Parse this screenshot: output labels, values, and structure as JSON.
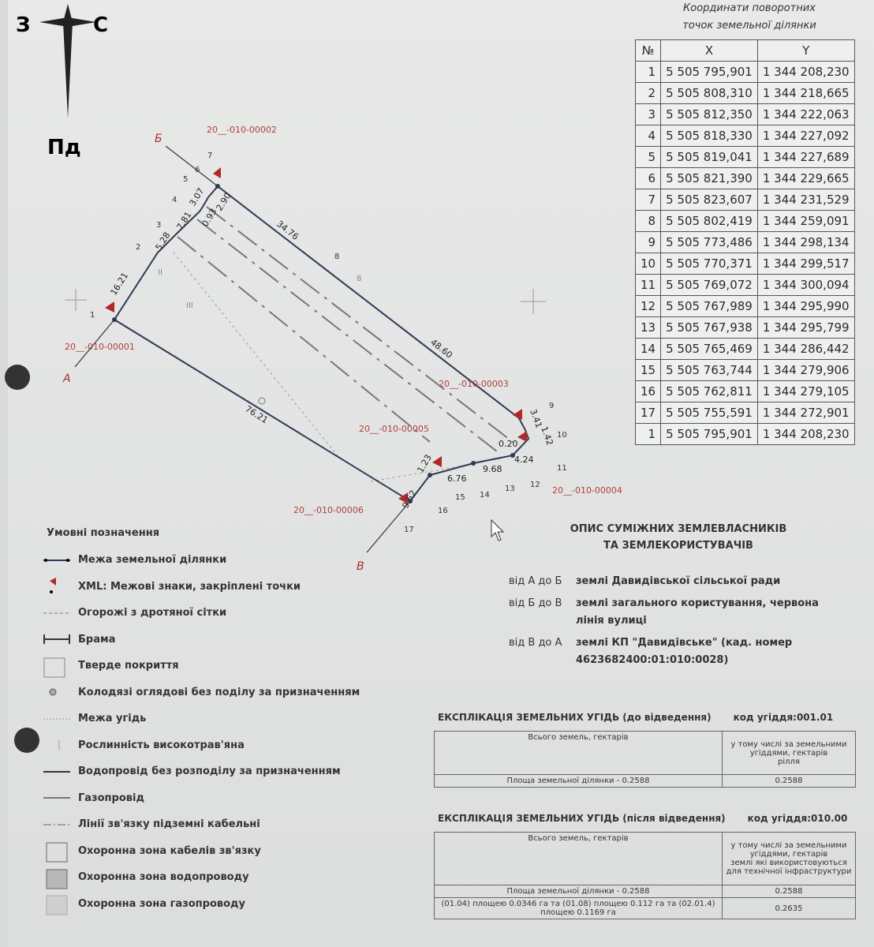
{
  "compass": {
    "west": "З",
    "east": "С",
    "south": "Пд"
  },
  "coordinates": {
    "title_line1": "Координати поворотних",
    "title_line2": "точок земельної ділянки",
    "headers": [
      "№",
      "X",
      "Y"
    ],
    "rows": [
      [
        "1",
        "5 505 795,901",
        "1 344 208,230"
      ],
      [
        "2",
        "5 505 808,310",
        "1 344 218,665"
      ],
      [
        "3",
        "5 505 812,350",
        "1 344 222,063"
      ],
      [
        "4",
        "5 505 818,330",
        "1 344 227,092"
      ],
      [
        "5",
        "5 505 819,041",
        "1 344 227,689"
      ],
      [
        "6",
        "5 505 821,390",
        "1 344 229,665"
      ],
      [
        "7",
        "5 505 823,607",
        "1 344 231,529"
      ],
      [
        "8",
        "5 505 802,419",
        "1 344 259,091"
      ],
      [
        "9",
        "5 505 773,486",
        "1 344 298,134"
      ],
      [
        "10",
        "5 505 770,371",
        "1 344 299,517"
      ],
      [
        "11",
        "5 505 769,072",
        "1 344 300,094"
      ],
      [
        "12",
        "5 505 767,989",
        "1 344 295,990"
      ],
      [
        "13",
        "5 505 767,938",
        "1 344 295,799"
      ],
      [
        "14",
        "5 505 765,469",
        "1 344 286,442"
      ],
      [
        "15",
        "5 505 763,744",
        "1 344 279,906"
      ],
      [
        "16",
        "5 505 762,811",
        "1 344 279,105"
      ],
      [
        "17",
        "5 505 755,591",
        "1 344 272,901"
      ],
      [
        "1",
        "5 505 795,901",
        "1 344 208,230"
      ]
    ]
  },
  "plan": {
    "corners": [
      "А",
      "Б",
      "В"
    ],
    "neighbors": [
      "20__-010-00001",
      "20__-010-00002",
      "20__-010-00003",
      "20__-010-00004",
      "20__-010-00005",
      "20__-010-00006"
    ],
    "lengths": [
      "16.21",
      "5.28",
      "7.81",
      "3.07",
      "0.93",
      "2.90",
      "34.76",
      "48.60",
      "3.41",
      "1.42",
      "4.24",
      "0.20",
      "9.68",
      "6.76",
      "1.23",
      "9.52",
      "76.21"
    ],
    "point_numbers": [
      "1",
      "2",
      "3",
      "4",
      "5",
      "6",
      "7",
      "8",
      "9",
      "10",
      "11",
      "12",
      "13",
      "14",
      "15",
      "16",
      "17"
    ],
    "zones": [
      "III",
      "II",
      "8"
    ]
  },
  "legend": {
    "title": "Умовні позначення",
    "items": [
      "Межа земельної ділянки",
      "XML: Межові знаки, закріплені точки",
      "Огорожі з дротяної сітки",
      "Брама",
      "Тверде покриття",
      "Колодязі оглядові без поділу за призначенням",
      "Межа угідь",
      "Рослинність високотрав'яна",
      "Водопровід без розподілу за призначенням",
      "Газопровід",
      "Лінії зв'язку підземні кабельні",
      "Охоронна зона кабелів зв'язку",
      "Охоронна зона водопроводу",
      "Охоронна зона газопроводу"
    ]
  },
  "neighbors_desc": {
    "title1": "ОПИС СУМІЖНИХ ЗЕМЛЕВЛАСНИКІВ",
    "title2": "ТА ЗЕМЛЕКОРИСТУВАЧІВ",
    "rows": [
      {
        "from": "від А до Б",
        "text": "землі Давидівської сільської ради"
      },
      {
        "from": "від Б до В",
        "text": "землі загального користування, червона лінія вулиці"
      },
      {
        "from": "від В до А",
        "text": "землі КП \"Давидівське\" (кад. номер 4623682400:01:010:0028)"
      }
    ]
  },
  "explication_before": {
    "title": "ЕКСПЛІКАЦІЯ ЗЕМЕЛЬНИХ УГІДЬ  (до відведення)",
    "code": "код угіддя:001.01",
    "col1": "Всього земель, гектарів",
    "col2": "у тому числі за земельними угіддями, гектарів",
    "col2_sub": "рілля",
    "row_label": "Площа земельної ділянки - 0.2588",
    "row_value": "0.2588"
  },
  "explication_after": {
    "title": "ЕКСПЛІКАЦІЯ ЗЕМЕЛЬНИХ УГІДЬ  (після відведення)",
    "code": "код угіддя:010.00",
    "col1": "Всього земель, гектарів",
    "col2": "у тому числі за земельними угіддями, гектарів",
    "col2_sub": "землі які використовуються для технічної інфраструктури",
    "row1_label": "Площа земельної ділянки - 0.2588",
    "row1_value": "0.2588",
    "row2_label": "(01.04) площею 0.0346 га та  (01.08) площею 0.112 га та  (02.01.4) площею 0.1169 га",
    "row2_value": "0.2635"
  },
  "colors": {
    "boundary": "#2f3a55",
    "marker": "#b0282a",
    "neighbor_label": "#b0403a"
  }
}
